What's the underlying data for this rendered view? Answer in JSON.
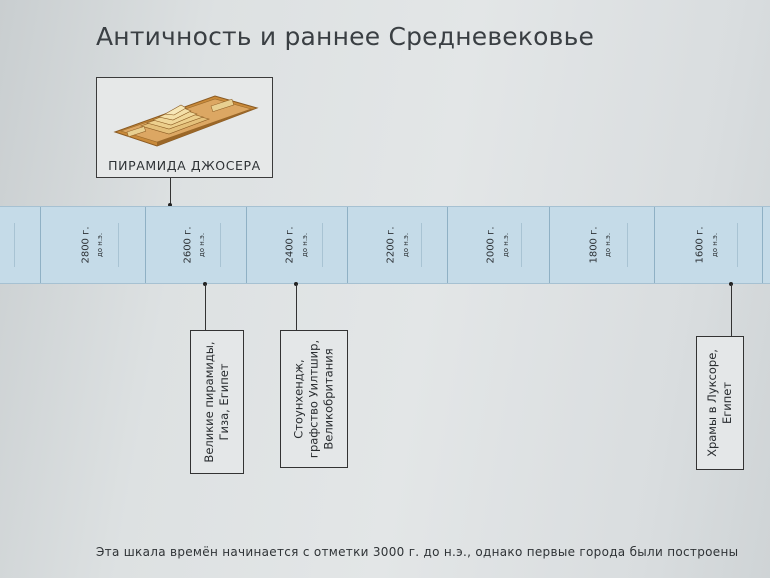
{
  "page": {
    "title": "Античность и раннее Средневековье"
  },
  "hero": {
    "label": "ПИРАМИДА ДЖОСЕРА",
    "image_icon": "step-pyramid-illustration"
  },
  "timeline": {
    "years": [
      {
        "year": "2800 г.",
        "era": "до н.э."
      },
      {
        "year": "2600 г.",
        "era": "до н.э."
      },
      {
        "year": "2400 г.",
        "era": "до н.э."
      },
      {
        "year": "2200 г.",
        "era": "до н.э."
      },
      {
        "year": "2000 г.",
        "era": "до н.э."
      },
      {
        "year": "1800 г.",
        "era": "до н.э."
      },
      {
        "year": "1600 г.",
        "era": "до н.э."
      }
    ],
    "colors": {
      "band": "#c5dbe8",
      "tick": "#8fb0c4"
    }
  },
  "events": [
    {
      "line1": "Великие пирамиды,",
      "line2": "Гиза, Египет",
      "line3": ""
    },
    {
      "line1": "Стоунхендж,",
      "line2": "графство Уилтшир,",
      "line3": "Великобритания"
    },
    {
      "line1": "Храмы в Луксоре,",
      "line2": "Египет",
      "line3": ""
    }
  ],
  "footer": {
    "text": "Эта шкала времён начинается с отметки 3000 г. до н.э., однако первые города были построены"
  }
}
